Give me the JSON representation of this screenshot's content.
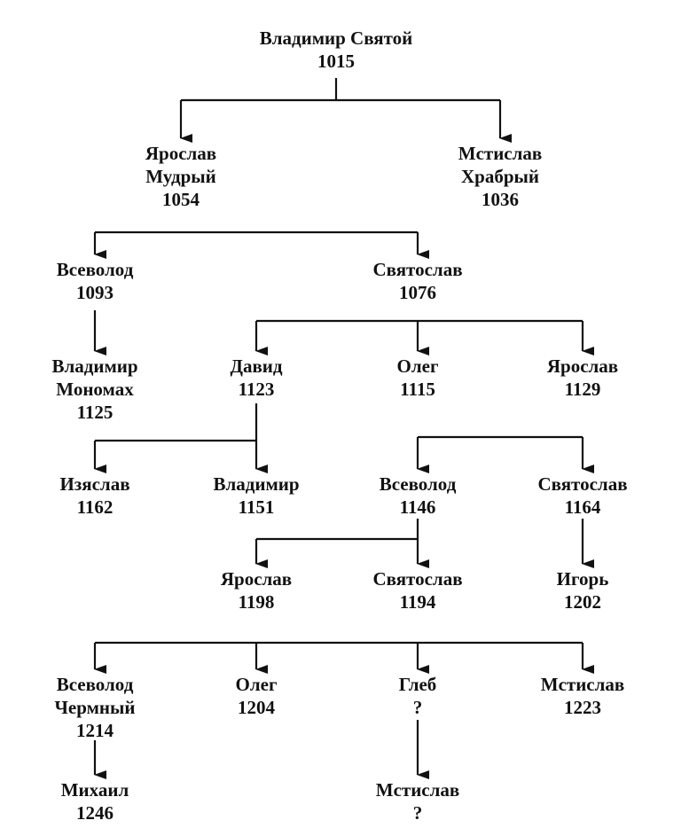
{
  "header_fragment": "... Владимир ...",
  "nodes": [
    {
      "id": "vladimir_svyatoy",
      "lines": [
        "Владимир Святой",
        "1015"
      ]
    },
    {
      "id": "yaroslav_mudry",
      "lines": [
        "Ярослав",
        "Мудрый",
        "1054"
      ]
    },
    {
      "id": "mstislav_khrabry",
      "lines": [
        "Мстислав",
        "Храбрый",
        "1036"
      ]
    },
    {
      "id": "vsevolod_1093",
      "lines": [
        "Всеволод",
        "1093"
      ]
    },
    {
      "id": "svyatoslav_1076",
      "lines": [
        "Святослав",
        "1076"
      ]
    },
    {
      "id": "vladimir_monomakh",
      "lines": [
        "Владимир",
        "Мономах",
        "1125"
      ]
    },
    {
      "id": "david_1123",
      "lines": [
        "Давид",
        "1123"
      ]
    },
    {
      "id": "oleg_1115",
      "lines": [
        "Олег",
        "1115"
      ]
    },
    {
      "id": "yaroslav_1129",
      "lines": [
        "Ярослав",
        "1129"
      ]
    },
    {
      "id": "izyaslav_1162",
      "lines": [
        "Изяслав",
        "1162"
      ]
    },
    {
      "id": "vladimir_1151",
      "lines": [
        "Владимир",
        "1151"
      ]
    },
    {
      "id": "vsevolod_1146",
      "lines": [
        "Всеволод",
        "1146"
      ]
    },
    {
      "id": "svyatoslav_1164",
      "lines": [
        "Святослав",
        "1164"
      ]
    },
    {
      "id": "yaroslav_1198",
      "lines": [
        "Ярослав",
        "1198"
      ]
    },
    {
      "id": "svyatoslav_1194",
      "lines": [
        "Святослав",
        "1194"
      ]
    },
    {
      "id": "igor_1202",
      "lines": [
        "Игорь",
        "1202"
      ]
    },
    {
      "id": "vsevolod_chermny",
      "lines": [
        "Всеволод",
        "Чермный",
        "1214"
      ]
    },
    {
      "id": "oleg_1204",
      "lines": [
        "Олег",
        "1204"
      ]
    },
    {
      "id": "gleb",
      "lines": [
        "Глеб",
        "?"
      ]
    },
    {
      "id": "mstislav_1223",
      "lines": [
        "Мстислав",
        "1223"
      ]
    },
    {
      "id": "mikhail_1246",
      "lines": [
        "Михаил",
        "1246"
      ]
    },
    {
      "id": "mstislav_q",
      "lines": [
        "Мстислав",
        "?"
      ]
    }
  ],
  "edges": [
    {
      "from": "vladimir_svyatoy",
      "to": [
        "yaroslav_mudry",
        "mstislav_khrabry"
      ]
    },
    {
      "from": "yaroslav_mudry",
      "to": [
        "vsevolod_1093",
        "svyatoslav_1076"
      ]
    },
    {
      "from": "vsevolod_1093",
      "to": [
        "vladimir_monomakh"
      ]
    },
    {
      "from": "svyatoslav_1076",
      "to": [
        "david_1123",
        "oleg_1115",
        "yaroslav_1129"
      ]
    },
    {
      "from": "david_1123",
      "to": [
        "izyaslav_1162",
        "vladimir_1151"
      ]
    },
    {
      "from": "oleg_1115",
      "to": [
        "vsevolod_1146",
        "svyatoslav_1164"
      ]
    },
    {
      "from": "vsevolod_1146",
      "to": [
        "yaroslav_1198",
        "svyatoslav_1194"
      ]
    },
    {
      "from": "svyatoslav_1164",
      "to": [
        "igor_1202"
      ]
    },
    {
      "from": "svyatoslav_1194",
      "to": [
        "vsevolod_chermny",
        "oleg_1204",
        "gleb",
        "mstislav_1223"
      ]
    },
    {
      "from": "vsevolod_chermny",
      "to": [
        "mikhail_1246"
      ]
    },
    {
      "from": "gleb",
      "to": [
        "mstislav_q"
      ]
    }
  ],
  "colors": {
    "ink": "#111111",
    "background": "#ffffff"
  }
}
